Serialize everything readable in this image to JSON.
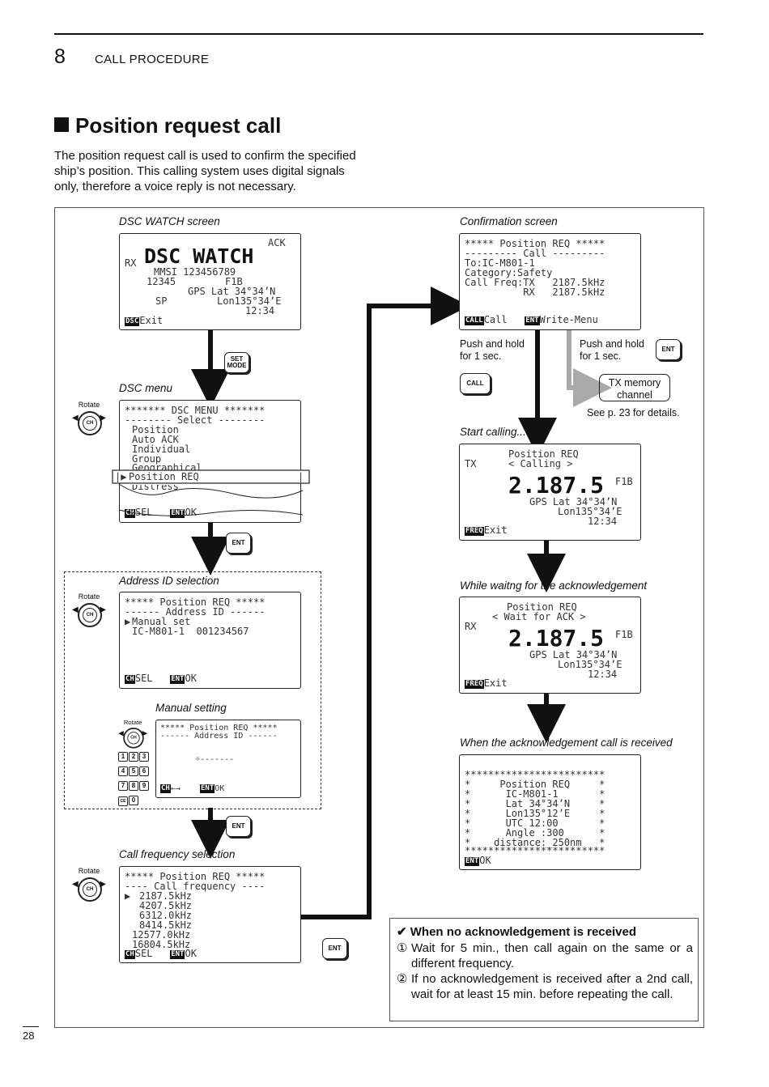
{
  "header": {
    "chapter_number": "8",
    "chapter_title": "CALL PROCEDURE"
  },
  "section": {
    "title": "Position request call",
    "intro": "The position request call is used to confirm the specified ship’s position. This calling system uses digital signals only, therefore a voice reply is not necessary."
  },
  "captions": {
    "dsc_watch": "DSC WATCH screen",
    "dsc_menu": "DSC menu",
    "address_id": "Address ID selection",
    "manual": "Manual setting",
    "call_freq": "Call frequency selection",
    "confirmation": "Confirmation screen",
    "start_calling": "Start calling...",
    "waiting": "While waitng for the acknowledgement",
    "ack_received": "When the acknowledgement call is received"
  },
  "keys": {
    "set_mode": "SET MODE",
    "ent": "ENT",
    "call": "CALL",
    "rotate": "Rotate",
    "ch": "CH"
  },
  "screens": {
    "watch": {
      "ack": "ACK",
      "rx": "RX",
      "title": "DSC WATCH",
      "mmsi": "MMSI 123456789",
      "num": "12345",
      "f1b": "F1B",
      "gps": "GPS Lat 34°34’N",
      "sp": "SP",
      "lon": "Lon135°34’E",
      "time": "12:34",
      "sk": "DSC",
      "sk_label": "Exit"
    },
    "menu": {
      "l1": "******* DSC MENU *******",
      "l2": "-------- Select --------",
      "items": [
        "Position",
        "Auto ACK",
        "Individual",
        "Group",
        "Geographical"
      ],
      "selected": "Position REQ",
      "cut": "Distress",
      "sk1": "CH",
      "sk1_label": "SEL",
      "sk2": "ENT",
      "sk2_label": "OK"
    },
    "address": {
      "l1": "***** Position REQ *****",
      "l2": "------ Address ID ------",
      "l3": "Manual set",
      "l4": "IC-M801-1  001234567",
      "sk1": "CH",
      "sk1_label": "SEL",
      "sk2": "ENT",
      "sk2_label": "OK"
    },
    "manual": {
      "l1": "***** Position REQ *****",
      "l2": "------ Address ID ------",
      "entry": "-------",
      "sk1": "CH",
      "sk1_label": "←→",
      "sk2": "ENT",
      "sk2_label": "OK"
    },
    "freq": {
      "l1": "***** Position REQ *****",
      "l2": "---- Call frequency ----",
      "list": [
        "2187.5kHz",
        "4207.5kHz",
        "6312.0kHz",
        "8414.5kHz",
        "12577.0kHz",
        "16804.5kHz"
      ],
      "sk1": "CH",
      "sk1_label": "SEL",
      "sk2": "ENT",
      "sk2_label": "OK"
    },
    "confirm": {
      "l1": "***** Position REQ *****",
      "l2": "--------- Call ---------",
      "l3": "To:IC-M801-1",
      "l4": "Category:Safety",
      "l5": "Call Freq:TX   2187.5kHz",
      "l6": "          RX   2187.5kHz",
      "sk1": "CALL",
      "sk1_label": "Call",
      "sk2": "ENT",
      "sk2_label": "Write-Menu"
    },
    "calling": {
      "l1": "Position REQ",
      "tx": "TX",
      "l2": "< Calling >",
      "freq": "2.187.5",
      "f1b": "F1B",
      "gps": "GPS Lat 34°34’N",
      "lon": "Lon135°34’E",
      "time": "12:34",
      "sk": "FREQ",
      "sk_label": "Exit"
    },
    "wait": {
      "l1": "Position REQ",
      "l2": "< Wait for ACK >",
      "rx": "RX",
      "freq": "2.187.5",
      "f1b": "F1B",
      "gps": "GPS Lat 34°34’N",
      "lon": "Lon135°34’E",
      "time": "12:34",
      "sk": "FREQ",
      "sk_label": "Exit"
    },
    "ack": {
      "border": "************************",
      "rows": [
        "*     Position REQ     *",
        "*      IC-M801-1       *",
        "*      Lat 34°34’N     *",
        "*      Lon135°12’E     *",
        "*      UTC 12:00       *",
        "*      Angle :300      *",
        "*    distance:_250nm   *"
      ],
      "sk": "ENT",
      "sk_label": "OK"
    }
  },
  "annotations": {
    "push_hold_call": "Push and hold for 1 sec.",
    "push_hold_ent": "Push and hold for 1 sec.",
    "tx_memory": "TX memory channel",
    "see_page": "See p. 23 for details."
  },
  "note": {
    "title": "When no acknowledgement is received",
    "m1": "①",
    "i1": "Wait for 5 min., then call again on the same or a different frequency.",
    "m2": "②",
    "i2": "If no acknowledgement is received after a 2nd call, wait for at least 15 min. before repeating the call."
  },
  "keypad": [
    "1",
    "2",
    "3",
    "4",
    "5",
    "6",
    "7",
    "8",
    "9",
    "CE",
    "0"
  ],
  "footer": {
    "page": "28"
  }
}
